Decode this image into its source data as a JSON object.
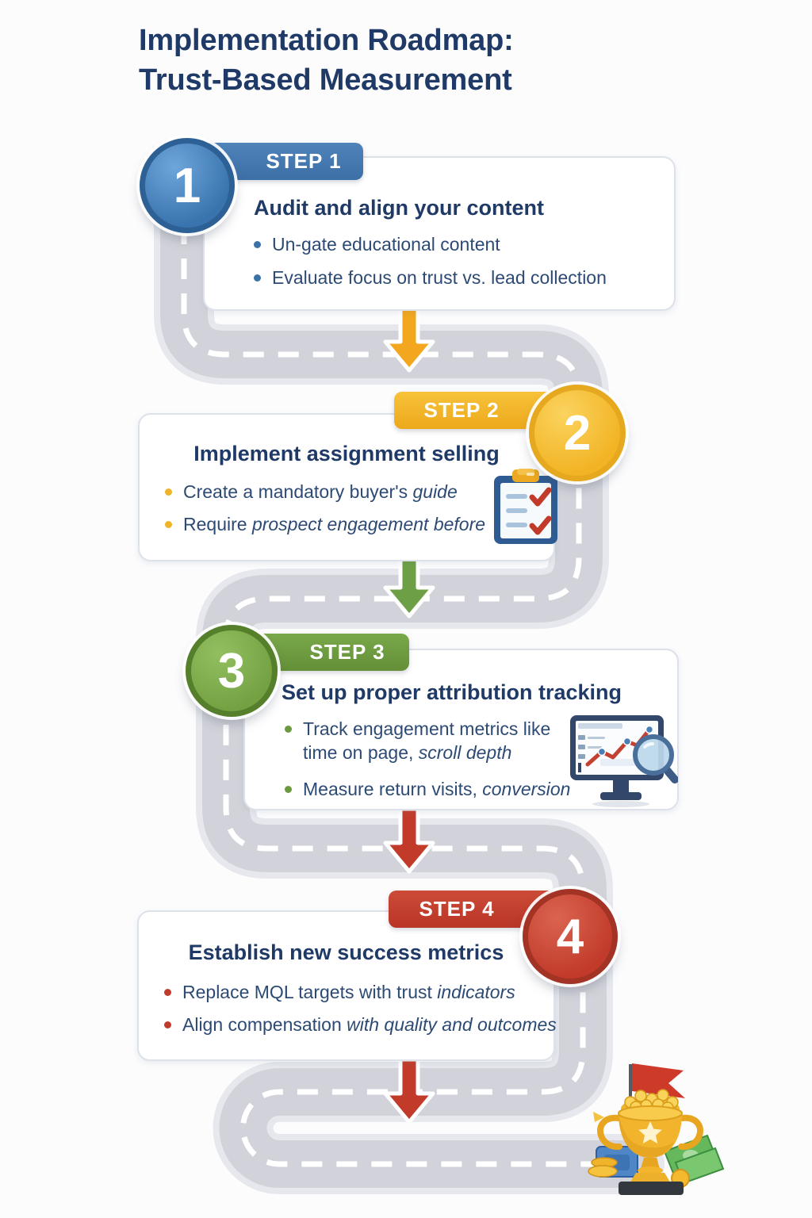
{
  "title": {
    "line1": "Implementation Roadmap:",
    "line2": "Trust-Based Measurement"
  },
  "steps": [
    {
      "number": "1",
      "label": "STEP 1",
      "heading": "Audit and align your content",
      "accent": "#4379b2",
      "bullets": [
        {
          "plain": "Un-gate educational content",
          "italic": ""
        },
        {
          "plain": "Evaluate focus on trust vs. lead collection",
          "italic": ""
        }
      ]
    },
    {
      "number": "2",
      "label": "STEP 2",
      "heading": "Implement assignment selling",
      "accent": "#f2b32a",
      "icon": "checklist-clipboard",
      "bullets": [
        {
          "plain": "Create a mandatory buyer's ",
          "italic": "guide"
        },
        {
          "plain": "Require ",
          "italic": "prospect engagement before"
        }
      ]
    },
    {
      "number": "3",
      "label": "STEP 3",
      "heading": "Set up proper attribution tracking",
      "accent": "#6e9c40",
      "icon": "analytics-monitor-magnifier",
      "bullets": [
        {
          "plain": "Track engagement metrics like time on page, ",
          "italic": "scroll depth"
        },
        {
          "plain": "Measure return visits, ",
          "italic": "conversion"
        }
      ]
    },
    {
      "number": "4",
      "label": "STEP 4",
      "heading": "Establish new success metrics",
      "accent": "#c3402f",
      "bullets": [
        {
          "plain": "Replace MQL targets with trust ",
          "italic": "indicators"
        },
        {
          "plain": "Align compensation ",
          "italic": "with quality and outcomes"
        }
      ]
    }
  ],
  "decorations": {
    "road": "winding-gray-road-with-white-dashed-center-line",
    "arrow_colors": [
      "#f2a71f",
      "#6da046",
      "#c23b2a",
      "#c23b2a"
    ],
    "finish": "gold-trophy-with-coins-red-flag-and-money"
  },
  "colors": {
    "background": "#fcfcfd",
    "title_text": "#1f3a66",
    "body_text": "#2c4a74",
    "road": "#d2d3da",
    "road_dash": "#ffffff",
    "step1_blue": "#4379b2",
    "step2_yellow": "#f2b32a",
    "step3_green": "#6e9c40",
    "step4_red": "#c3402f"
  }
}
